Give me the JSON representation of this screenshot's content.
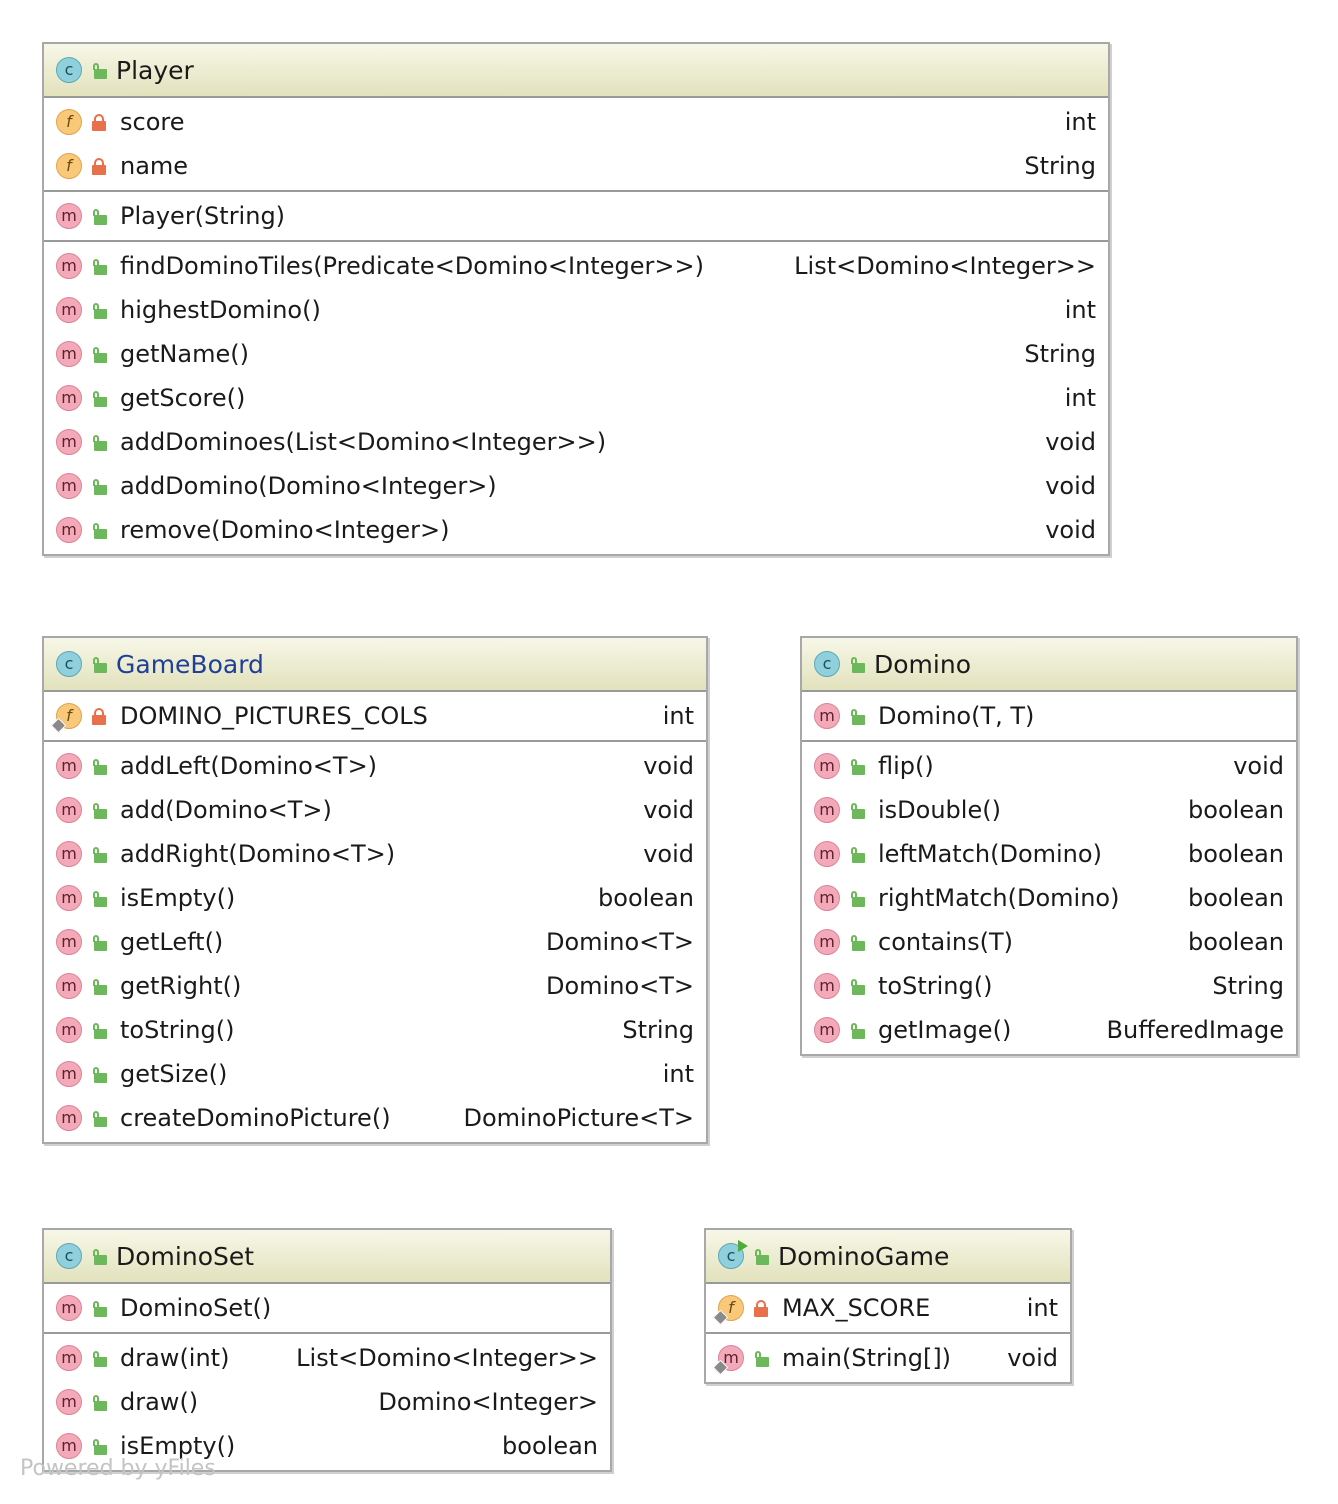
{
  "classes": {
    "player": {
      "name": "Player",
      "fields": [
        {
          "name": "score",
          "type": "int"
        },
        {
          "name": "name",
          "type": "String"
        }
      ],
      "constructors": [
        {
          "name": "Player(String)",
          "type": ""
        }
      ],
      "methods": [
        {
          "name": "findDominoTiles(Predicate<Domino<Integer>>)",
          "type": "List<Domino<Integer>>"
        },
        {
          "name": "highestDomino()",
          "type": "int"
        },
        {
          "name": "getName()",
          "type": "String"
        },
        {
          "name": "getScore()",
          "type": "int"
        },
        {
          "name": "addDominoes(List<Domino<Integer>>)",
          "type": "void"
        },
        {
          "name": "addDomino(Domino<Integer>)",
          "type": "void"
        },
        {
          "name": "remove(Domino<Integer>)",
          "type": "void"
        }
      ]
    },
    "gameboard": {
      "name": "GameBoard",
      "fields": [
        {
          "name": "DOMINO_PICTURES_COLS",
          "type": "int"
        }
      ],
      "methods": [
        {
          "name": "addLeft(Domino<T>)",
          "type": "void"
        },
        {
          "name": "add(Domino<T>)",
          "type": "void"
        },
        {
          "name": "addRight(Domino<T>)",
          "type": "void"
        },
        {
          "name": "isEmpty()",
          "type": "boolean"
        },
        {
          "name": "getLeft()",
          "type": "Domino<T>"
        },
        {
          "name": "getRight()",
          "type": "Domino<T>"
        },
        {
          "name": "toString()",
          "type": "String"
        },
        {
          "name": "getSize()",
          "type": "int"
        },
        {
          "name": "createDominoPicture()",
          "type": "DominoPicture<T>"
        }
      ]
    },
    "domino": {
      "name": "Domino",
      "constructors": [
        {
          "name": "Domino(T, T)",
          "type": ""
        }
      ],
      "methods": [
        {
          "name": "flip()",
          "type": "void"
        },
        {
          "name": "isDouble()",
          "type": "boolean"
        },
        {
          "name": "leftMatch(Domino)",
          "type": "boolean"
        },
        {
          "name": "rightMatch(Domino)",
          "type": "boolean"
        },
        {
          "name": "contains(T)",
          "type": "boolean"
        },
        {
          "name": "toString()",
          "type": "String"
        },
        {
          "name": "getImage()",
          "type": "BufferedImage"
        }
      ]
    },
    "dominoset": {
      "name": "DominoSet",
      "constructors": [
        {
          "name": "DominoSet()",
          "type": ""
        }
      ],
      "methods": [
        {
          "name": "draw(int)",
          "type": "List<Domino<Integer>>"
        },
        {
          "name": "draw()",
          "type": "Domino<Integer>"
        },
        {
          "name": "isEmpty()",
          "type": "boolean"
        }
      ]
    },
    "dominogame": {
      "name": "DominoGame",
      "fields": [
        {
          "name": "MAX_SCORE",
          "type": "int"
        }
      ],
      "methods": [
        {
          "name": "main(String[])",
          "type": "void"
        }
      ]
    }
  },
  "icons": {
    "class": "c",
    "field": "f",
    "method": "m"
  },
  "footer": "Powered by yFiles"
}
